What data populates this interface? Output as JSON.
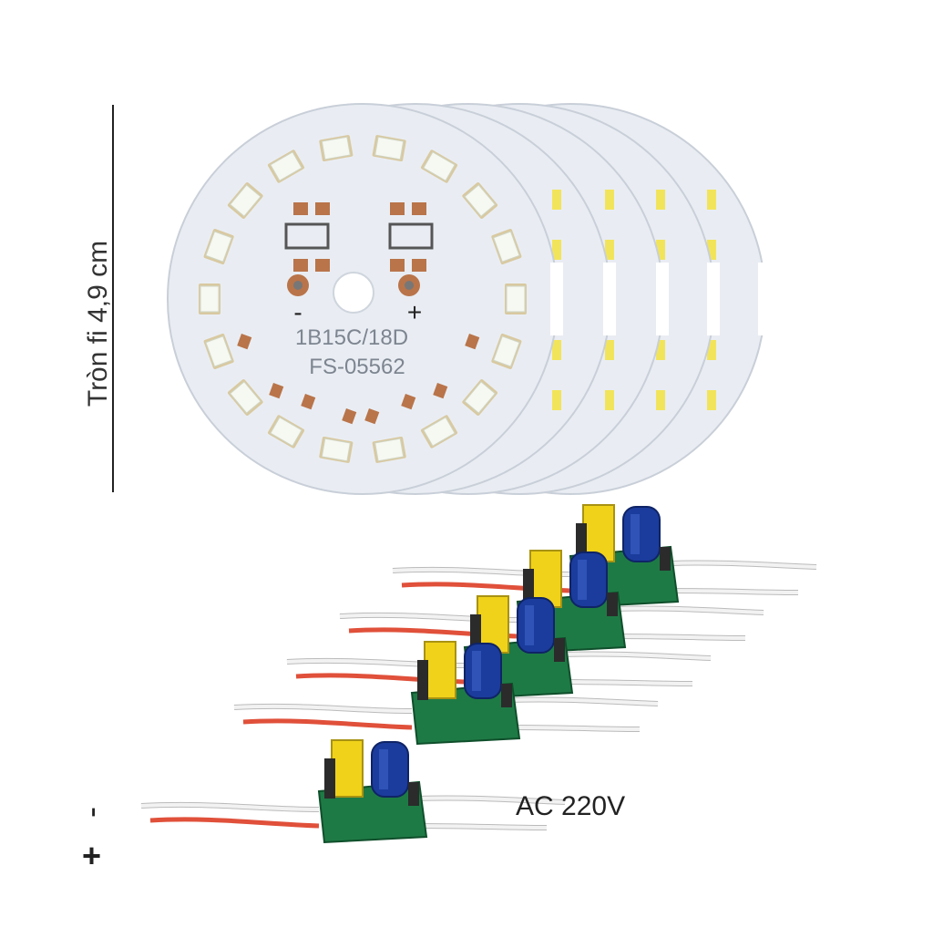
{
  "labels": {
    "diameter": "Tròn fi 4,9 cm",
    "ac_voltage": "AC 220V",
    "minus": "-",
    "plus": "+"
  },
  "led_board": {
    "silkscreen_line1": "1B15C/18D",
    "silkscreen_line2": "FS-05562",
    "pad_minus": "-",
    "pad_plus": "+",
    "led_count": 18,
    "stacked_boards": 5
  },
  "driver_modules": {
    "count": 5
  },
  "colors": {
    "board": "#e9edf3",
    "board_edge": "#c9cfd8",
    "led": "#f6f8f2",
    "copper": "#b9744a",
    "pcb_green": "#1e7a45",
    "transformer_yellow": "#f0d21a",
    "capacitor_blue": "#1b3c9c",
    "wire_red": "#e0503a",
    "wire_white": "#f2f2f2"
  }
}
